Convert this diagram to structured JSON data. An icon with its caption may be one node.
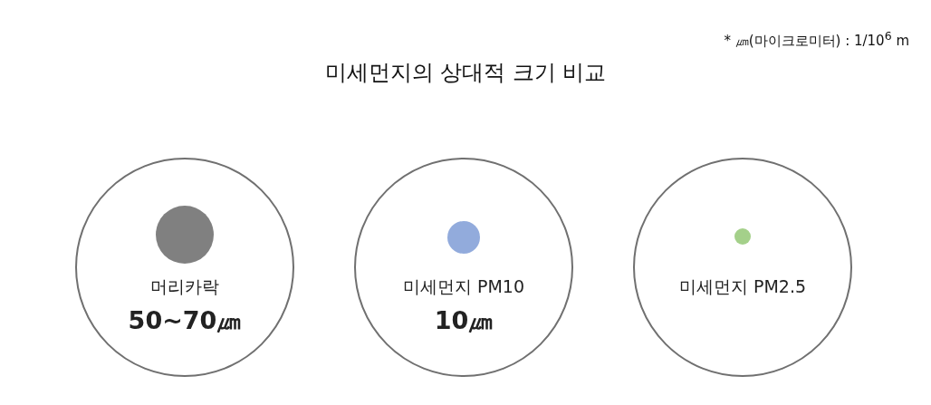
{
  "diagram": {
    "title": "미세먼지의 상대적 크기 비교",
    "nodes": [
      {
        "text": [
          "머리카락",
          "50~70㎛"
        ]
      },
      {
        "text": [],
        "shape": "circle",
        "in": 0
      },
      {
        "text": [
          "미세먼지 PM10",
          "10㎛"
        ]
      },
      {
        "text": [],
        "shape": "circle",
        "in": 2
      },
      {
        "text": [
          "미세먼지 PM2.5"
        ]
      },
      {
        "text": [],
        "shape": "circle",
        "in": 4
      }
    ],
    "edges": [],
    "labels": [
      "* ㎛(마이크로미터) : 1/10$^{6}$ m"
    ]
  }
}
